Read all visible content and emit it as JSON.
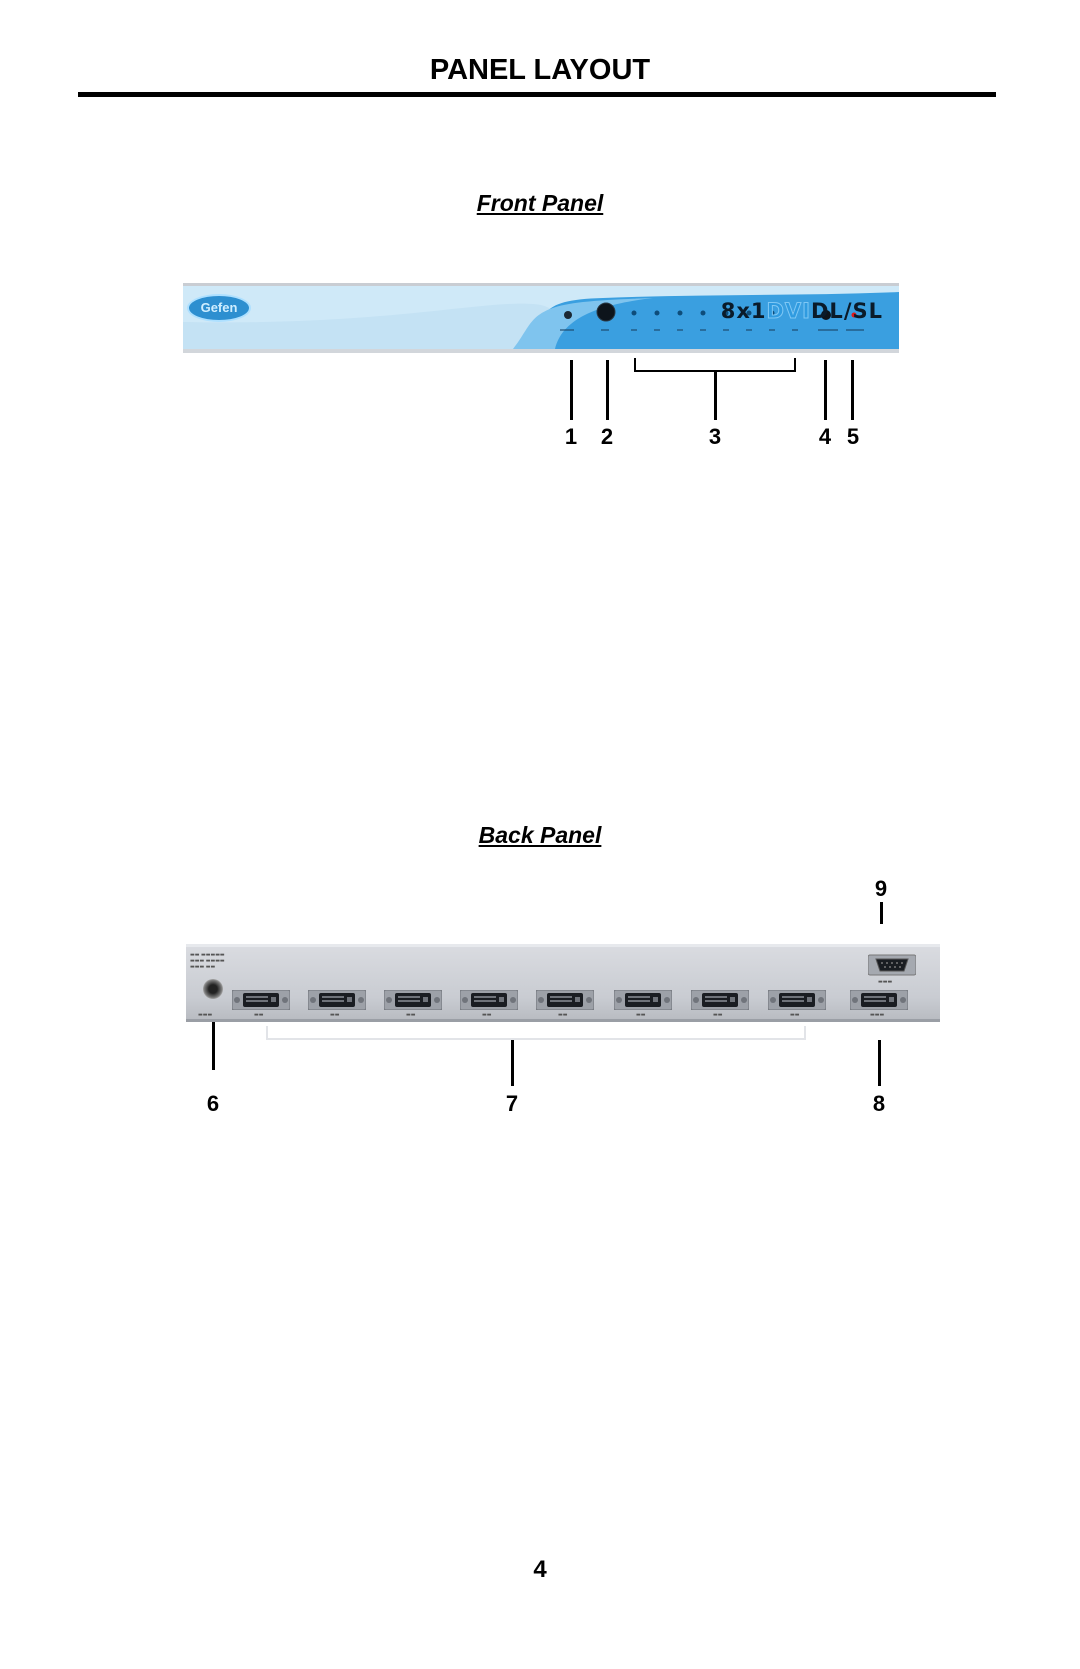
{
  "page": {
    "title": "PANEL LAYOUT",
    "page_number": "4"
  },
  "front": {
    "heading": "Front Panel",
    "logo": "Gefen",
    "model_prefix": "8x1",
    "model_dvi": "DVI",
    "model_suffix": "DL/SL",
    "callouts": [
      "1",
      "2",
      "3",
      "4",
      "5"
    ]
  },
  "back": {
    "heading": "Back Panel",
    "callouts": [
      "6",
      "7",
      "8",
      "9"
    ]
  },
  "icons": {
    "dvi": "dvi-connector-icon",
    "rs232": "rs232-connector-icon",
    "power": "power-jack-icon",
    "led": "led-indicator-icon",
    "button": "push-button-icon"
  },
  "colors": {
    "front_panel_blue": "#2f9be0",
    "front_panel_light": "#c4e2f4",
    "led_red": "#e01818"
  }
}
